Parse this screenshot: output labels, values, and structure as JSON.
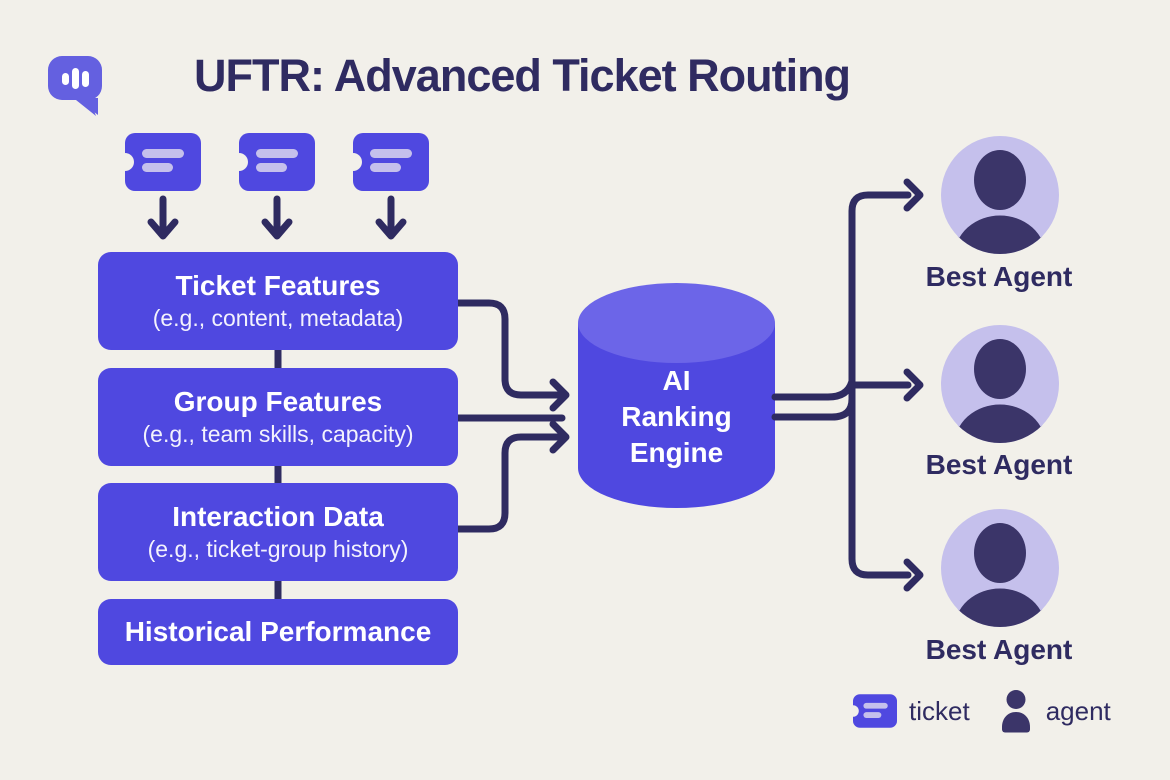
{
  "title": "UFTR: Advanced Ticket Routing",
  "colors": {
    "background": "#f2f0ea",
    "primary_purple": "#4f48e0",
    "cylinder_top_purple": "#6c65e8",
    "logo_purple": "#6460e0",
    "navy_line": "#2f2b61",
    "lavender": "#c5c0ec",
    "silhouette_navy": "#3b3569",
    "text_on_purple": "#ffffff"
  },
  "icons": {
    "logo": "chat-bubble-icon",
    "ticket": "ticket-icon",
    "agent": "person-icon",
    "engine": "database-cylinder"
  },
  "tickets": {
    "count": 3
  },
  "input_boxes": [
    {
      "title": "Ticket Features",
      "subtitle": "(e.g., content, metadata)"
    },
    {
      "title": "Group Features",
      "subtitle": "(e.g., team skills, capacity)"
    },
    {
      "title": "Interaction Data",
      "subtitle": "(e.g., ticket-group history)"
    },
    {
      "title": "Historical Performance",
      "subtitle": ""
    }
  ],
  "engine": {
    "lines": [
      "AI",
      "Ranking",
      "Engine"
    ]
  },
  "agents": [
    {
      "label": "Best Agent"
    },
    {
      "label": "Best Agent"
    },
    {
      "label": "Best Agent"
    }
  ],
  "legend": {
    "ticket_label": "ticket",
    "agent_label": "agent"
  }
}
